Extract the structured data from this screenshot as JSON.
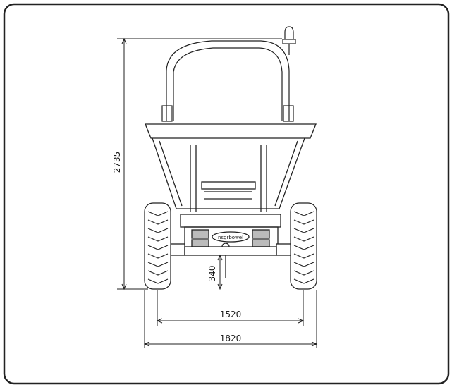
{
  "dimensions": {
    "height": "2735",
    "ground_clearance": "340",
    "track_width": "1520",
    "overall_width": "1820"
  },
  "logo_text": "nsgrbowel"
}
